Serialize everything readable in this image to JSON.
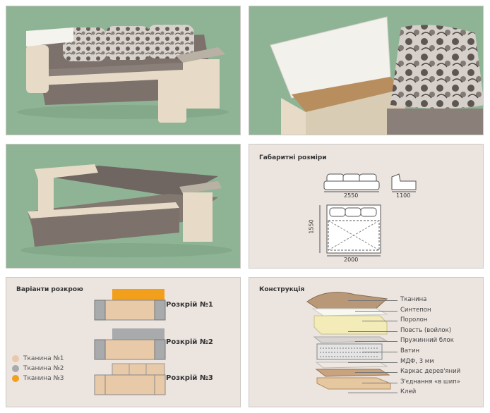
{
  "panels": {
    "dimensions": {
      "title": "Габаритні розміри",
      "width_label": "2550",
      "depth_label": "1100",
      "unfolded_length_label": "2000",
      "unfolded_depth_label": "1550"
    },
    "variants": {
      "title": "Варіанти розкрою",
      "items": [
        {
          "label": "Розкрій №1"
        },
        {
          "label": "Розкрій №2"
        },
        {
          "label": "Розкрій №3"
        }
      ],
      "legend": [
        {
          "label": "Тканина №1",
          "color": "#e8c9a8"
        },
        {
          "label": "Тканина №2",
          "color": "#a9aaac"
        },
        {
          "label": "Тканина №3",
          "color": "#f2a01c"
        }
      ]
    },
    "construction": {
      "title": "Конструкція",
      "layers": [
        {
          "label": "Тканина"
        },
        {
          "label": "Синтепон"
        },
        {
          "label": "Поролон"
        },
        {
          "label": "Повсть (войлок)"
        },
        {
          "label": "Пружинний блок"
        },
        {
          "label": "Ватин"
        },
        {
          "label": "МДФ, 3 мм"
        },
        {
          "label": "Каркас дерев'яний"
        },
        {
          "label": "З'єднання «в шип»"
        },
        {
          "label": "Клей"
        }
      ]
    }
  },
  "colors": {
    "photo_bg": "#8fb495",
    "diagram_bg": "#ebe4df",
    "sofa_fabric": "#7d716c",
    "sofa_leather": "#e7dbc7"
  }
}
